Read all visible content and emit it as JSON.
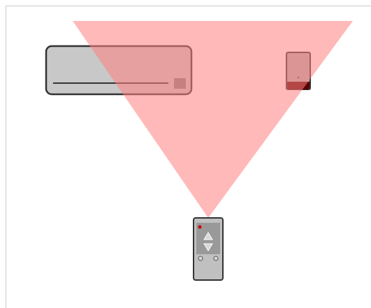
{
  "diagram": {
    "devices": [
      {
        "name": "air-conditioner"
      },
      {
        "name": "ir-receiver"
      },
      {
        "name": "remote-control"
      }
    ],
    "remote_buttons": [
      "up-arrow",
      "down-arrow"
    ],
    "colors": {
      "background": "#ffffff",
      "frame_border": "#cccccc",
      "ir_beam": "#ff8080",
      "ac_body": "#c8c8c8",
      "ac_outline": "#333333",
      "ac_vent": "#808080",
      "receiver_body": "#b0b0b0",
      "receiver_band": "#5a0000",
      "remote_body": "#c0c0c0",
      "remote_panel": "#999999",
      "remote_led": "#cc0000"
    }
  }
}
